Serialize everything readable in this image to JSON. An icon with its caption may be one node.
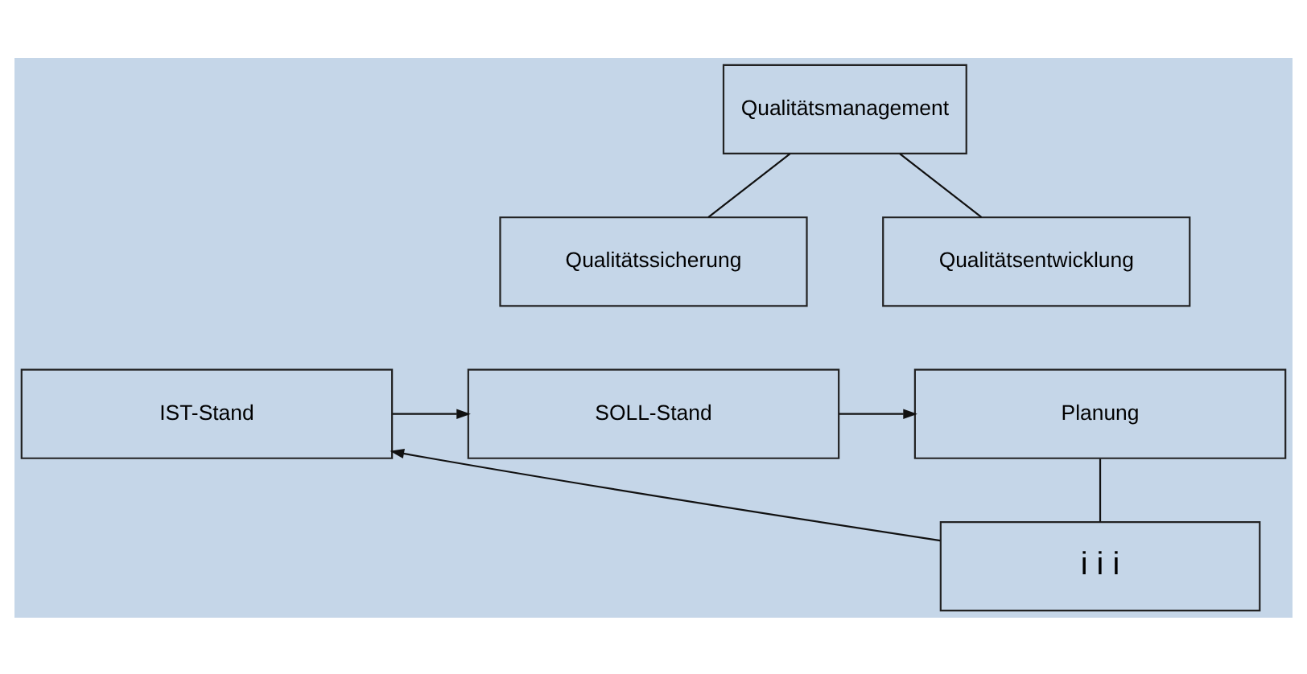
{
  "diagram": {
    "nodes": [
      {
        "text": [
          "Qualitätsmanagement"
        ]
      },
      {
        "text": [
          "Qualitätssicherung"
        ]
      },
      {
        "text": [
          "Qualitätsentwicklung"
        ]
      },
      {
        "text": [
          "IST-Stand"
        ]
      },
      {
        "text": [
          "SOLL-Stand"
        ]
      },
      {
        "text": [
          "Planung"
        ]
      },
      {
        "text": [
          "i i i"
        ]
      }
    ],
    "edges": [
      {
        "from": 0,
        "to": 1,
        "arrow": "none"
      },
      {
        "from": 0,
        "to": 2,
        "arrow": "none"
      },
      {
        "from": 3,
        "to": 4,
        "arrow": "to"
      },
      {
        "from": 4,
        "to": 5,
        "arrow": "to"
      },
      {
        "from": 5,
        "to": 6,
        "arrow": "none"
      },
      {
        "from": 6,
        "to": 3,
        "arrow": "to"
      }
    ]
  }
}
